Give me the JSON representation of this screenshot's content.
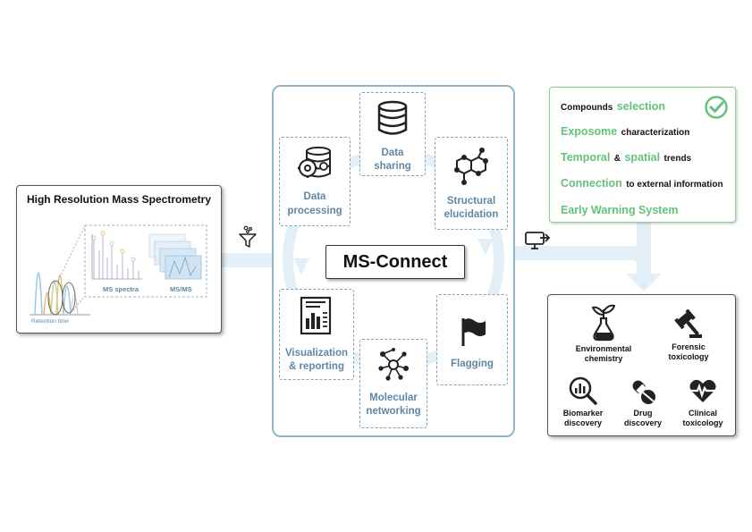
{
  "hrms": {
    "title": "High Resolution Mass Spectrometry",
    "ms_spectra_label": "MS spectra",
    "msms_label": "MS/MS",
    "retention_label": "Retention time"
  },
  "ms_connect": {
    "title": "MS-Connect",
    "nodes": [
      {
        "label_1": "Data",
        "label_2": "sharing",
        "icon": "database-icon"
      },
      {
        "label_1": "Data",
        "label_2": "processing",
        "icon": "data-gear-icon"
      },
      {
        "label_1": "Structural",
        "label_2": "elucidation",
        "icon": "molecule-structure-icon"
      },
      {
        "label_1": "Visualization",
        "label_2": "& reporting",
        "icon": "report-icon"
      },
      {
        "label_1": "Flagging",
        "label_2": "",
        "icon": "flag-icon"
      },
      {
        "label_1": "Molecular",
        "label_2": "networking",
        "icon": "network-icon"
      }
    ]
  },
  "outcomes": {
    "line1": {
      "black": "Compounds",
      "green": "selection"
    },
    "line2": {
      "green": "Exposome",
      "black": "characterization"
    },
    "line3": {
      "green1": "Temporal",
      "black1": "&",
      "green2": "spatial",
      "black2": "trends"
    },
    "line4": {
      "green": "Connection",
      "black": "to external information"
    },
    "line5": {
      "green": "Early Warning System"
    }
  },
  "applications": [
    {
      "label_1": "Environmental",
      "label_2": "chemistry",
      "icon": "plant-flask-icon"
    },
    {
      "label_1": "Forensic",
      "label_2": "toxicology",
      "icon": "gavel-icon"
    },
    {
      "label_1": "Biomarker",
      "label_2": "discovery",
      "icon": "magnifier-chart-icon"
    },
    {
      "label_1": "Drug",
      "label_2": "discovery",
      "icon": "pills-icon"
    },
    {
      "label_1": "Clinical",
      "label_2": "toxicology",
      "icon": "heart-pulse-icon"
    }
  ],
  "colors": {
    "accent_blue": "#5f87a4",
    "flow_blue": "#e3eff7",
    "green": "#63c27a",
    "box_border": "#8fb4cc"
  }
}
